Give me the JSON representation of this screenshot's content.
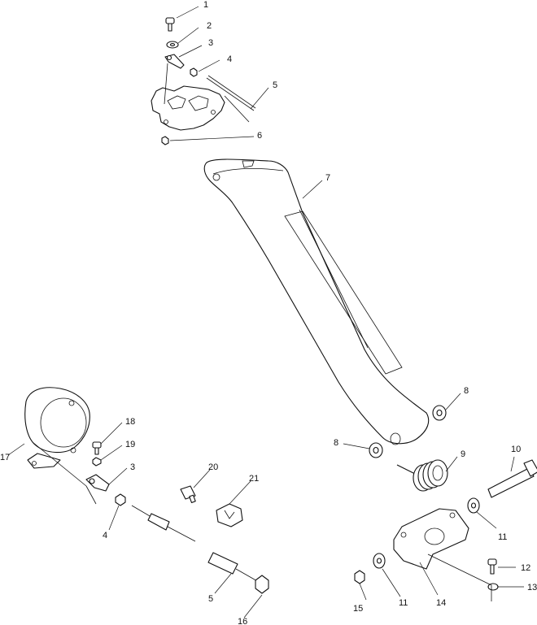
{
  "callouts": {
    "c1": "1",
    "c2": "2",
    "c3a": "3",
    "c4a": "4",
    "c5a": "5",
    "c6": "6",
    "c7": "7",
    "c8a": "8",
    "c8b": "8",
    "c9": "9",
    "c10": "10",
    "c11a": "11",
    "c11b": "11",
    "c12": "12",
    "c13": "13",
    "c14": "14",
    "c15": "15",
    "c16": "16",
    "c17": "17",
    "c18": "18",
    "c19": "19",
    "c20": "20",
    "c21": "21",
    "c3b": "3",
    "c4b": "4",
    "c5b": "5"
  }
}
